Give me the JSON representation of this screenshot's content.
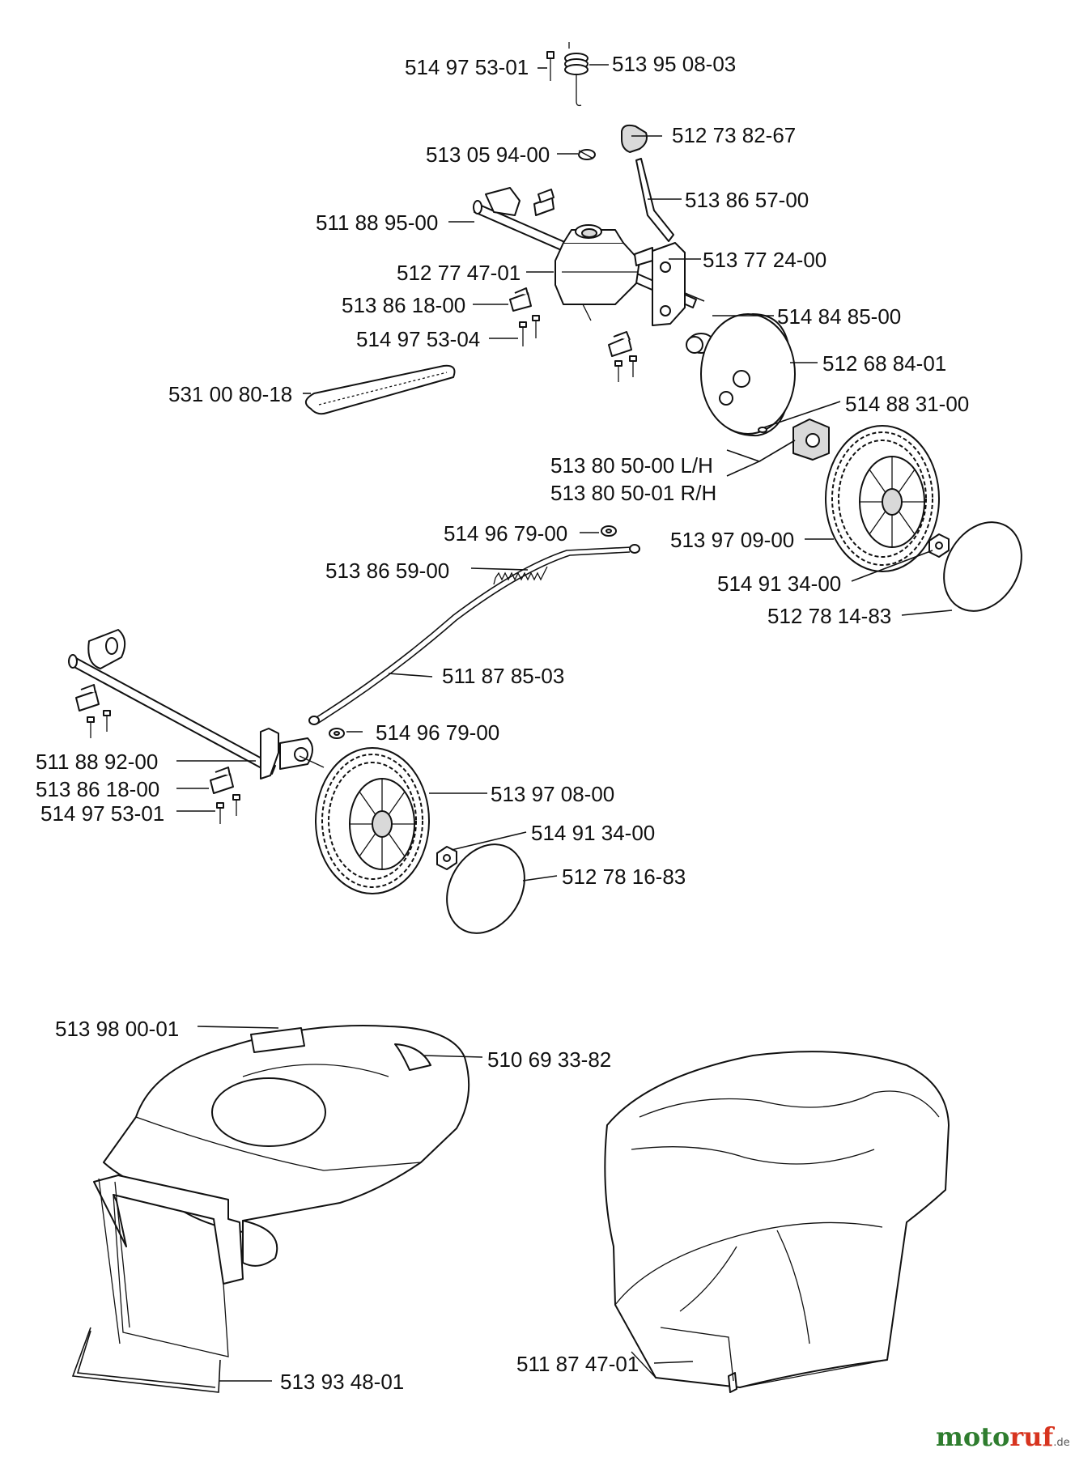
{
  "parts": {
    "p514975301_top": "514 97 53-01",
    "p513950803": "513 95 08-03",
    "p512738267": "512 73 82-67",
    "p513059400": "513 05 94-00",
    "p513865700": "513 86 57-00",
    "p511889500": "511 88 95-00",
    "p513772400": "513 77 24-00",
    "p512774701": "512 77 47-01",
    "p513861800_top": "513 86 18-00",
    "p514848500": "514 84 85-00",
    "p514975304": "514 97 53-04",
    "p512688401": "512 68 84-01",
    "p531008018": "531 00 80-18",
    "p514883100": "514 88 31-00",
    "p513805000": "513 80 50-00 L/H",
    "p513805001": "513 80 50-01 R/H",
    "p514967900_top": "514 96 79-00",
    "p513970900": "513 97 09-00",
    "p513865900": "513 86 59-00",
    "p514913400_top": "514 91 34-00",
    "p512781483": "512 78 14-83",
    "p511878503": "511 87 85-03",
    "p514967900_bot": "514 96 79-00",
    "p511889200": "511 88 92-00",
    "p513861800_bot": "513 86 18-00",
    "p513970800": "513 97  08-00",
    "p514975301_bot": "514 97 53-01",
    "p514913400_bot": "514 91 34-00",
    "p512781683": "512 78 16-83",
    "p513980001": "513 98 00-01",
    "p510693382": "510 69 33-82",
    "p513934801": "513 93 48-01",
    "p511874701": "511 87 47-01"
  },
  "watermark": {
    "part1": "moto",
    "part2": "ruf",
    "suffix": ".de"
  }
}
